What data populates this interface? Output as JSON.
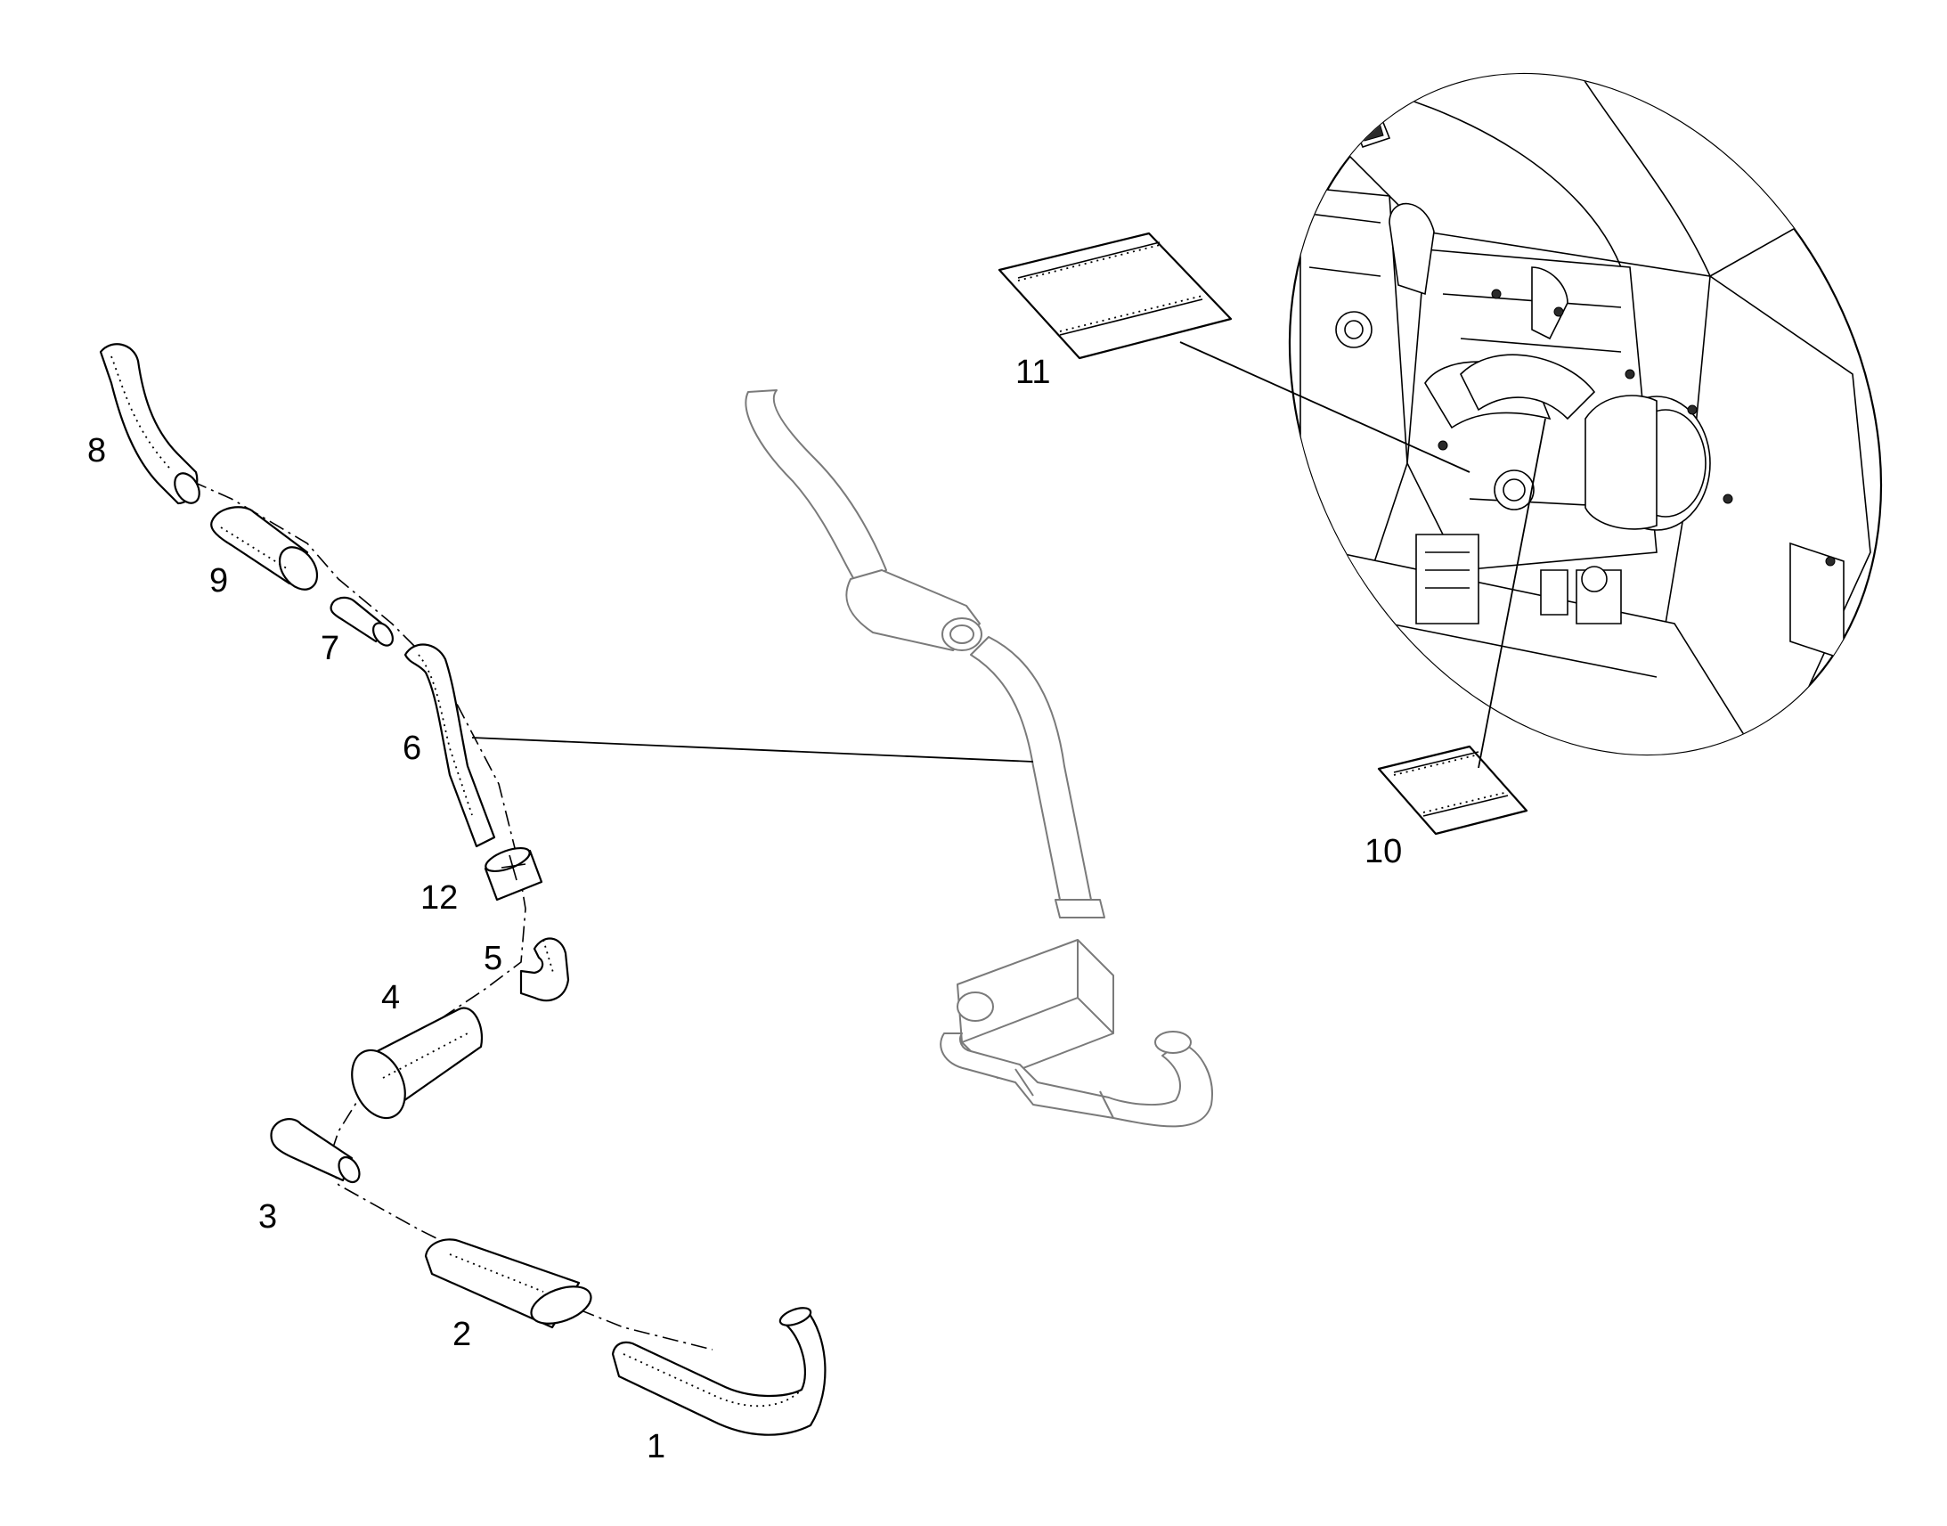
{
  "callouts": {
    "c1": "1",
    "c2": "2",
    "c3": "3",
    "c4": "4",
    "c5": "5",
    "c6": "6",
    "c7": "7",
    "c8": "8",
    "c9": "9",
    "c10": "10",
    "c11": "11",
    "c12": "12"
  },
  "colors": {
    "line": "#000000",
    "assembly_outline": "#7a7a7a",
    "background": "#ffffff"
  },
  "icons": [
    "engine-bay-detail-view",
    "exhaust-assembly",
    "insulation-wrap",
    "insulation-sheet"
  ]
}
